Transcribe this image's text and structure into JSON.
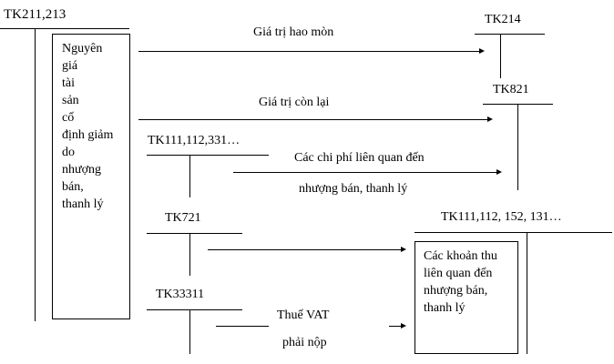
{
  "accounts": {
    "tk211": "TK211,213",
    "tk214": "TK214",
    "tk821": "TK821",
    "tk111_331": "TK111,112,331…",
    "tk721": "TK721",
    "tk33311": "TK33311",
    "tk111_131": "TK111,112, 152, 131…"
  },
  "boxes": {
    "original_cost": "Nguyên\ngiá\ntài\nsản\ncố\nđịnh giảm\ndo\nnhượng\nbán,\nthanh lý",
    "receipts": "Các khoản thu\nliên quan đến\nnhượng bán,\nthanh lý"
  },
  "flows": {
    "depreciation": "Giá trị hao mòn",
    "residual_value": "Giá trị còn lại",
    "expenses_line1": "Các chi phí liên quan đến",
    "expenses_line2": "nhượng bán, thanh lý",
    "vat_line1": "Thuế VAT",
    "vat_line2": "phải nộp"
  }
}
